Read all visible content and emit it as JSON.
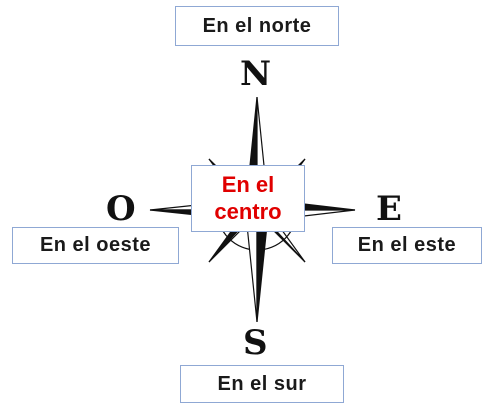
{
  "diagram": {
    "cardinals": {
      "north": "N",
      "south": "S",
      "east": "E",
      "west": "O"
    },
    "labels": {
      "north": "En el norte",
      "south": "En el sur",
      "east": "En el este",
      "west": "En el oeste",
      "center_line1": "En el",
      "center_line2": "centro"
    },
    "colors": {
      "center_text": "#e00000",
      "box_border": "#8fa8d4",
      "compass_fill": "#111111"
    }
  }
}
